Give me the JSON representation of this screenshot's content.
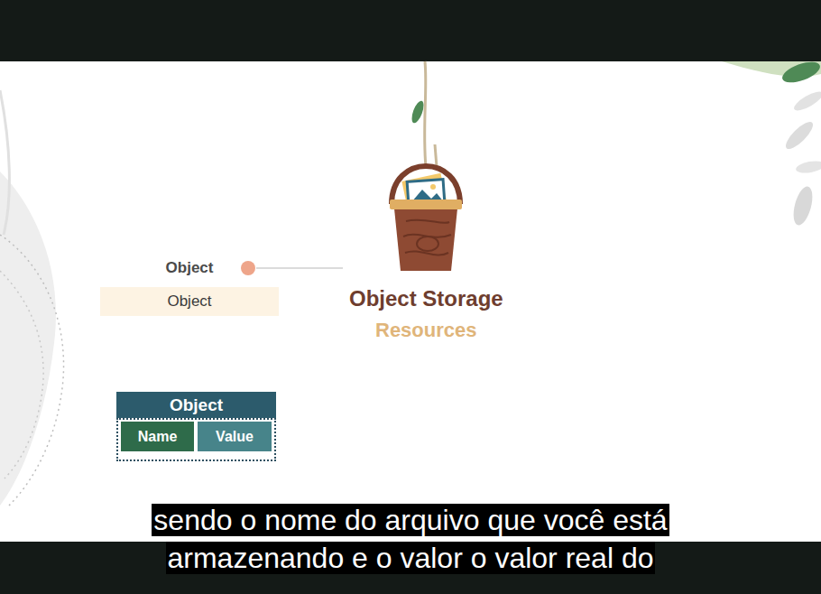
{
  "diagram": {
    "caption": "sendo o nome do arquivo que você está armazenando e o valor o valor real do",
    "nodes": [
      {
        "text": [
          "Object",
          "Object"
        ]
      },
      {
        "text": [
          "Object"
        ]
      },
      {
        "text": [
          "Name"
        ],
        "in": 1
      },
      {
        "text": [
          "Value"
        ],
        "in": 1
      }
    ],
    "labels": [
      "Object Storage",
      "Resources"
    ]
  }
}
